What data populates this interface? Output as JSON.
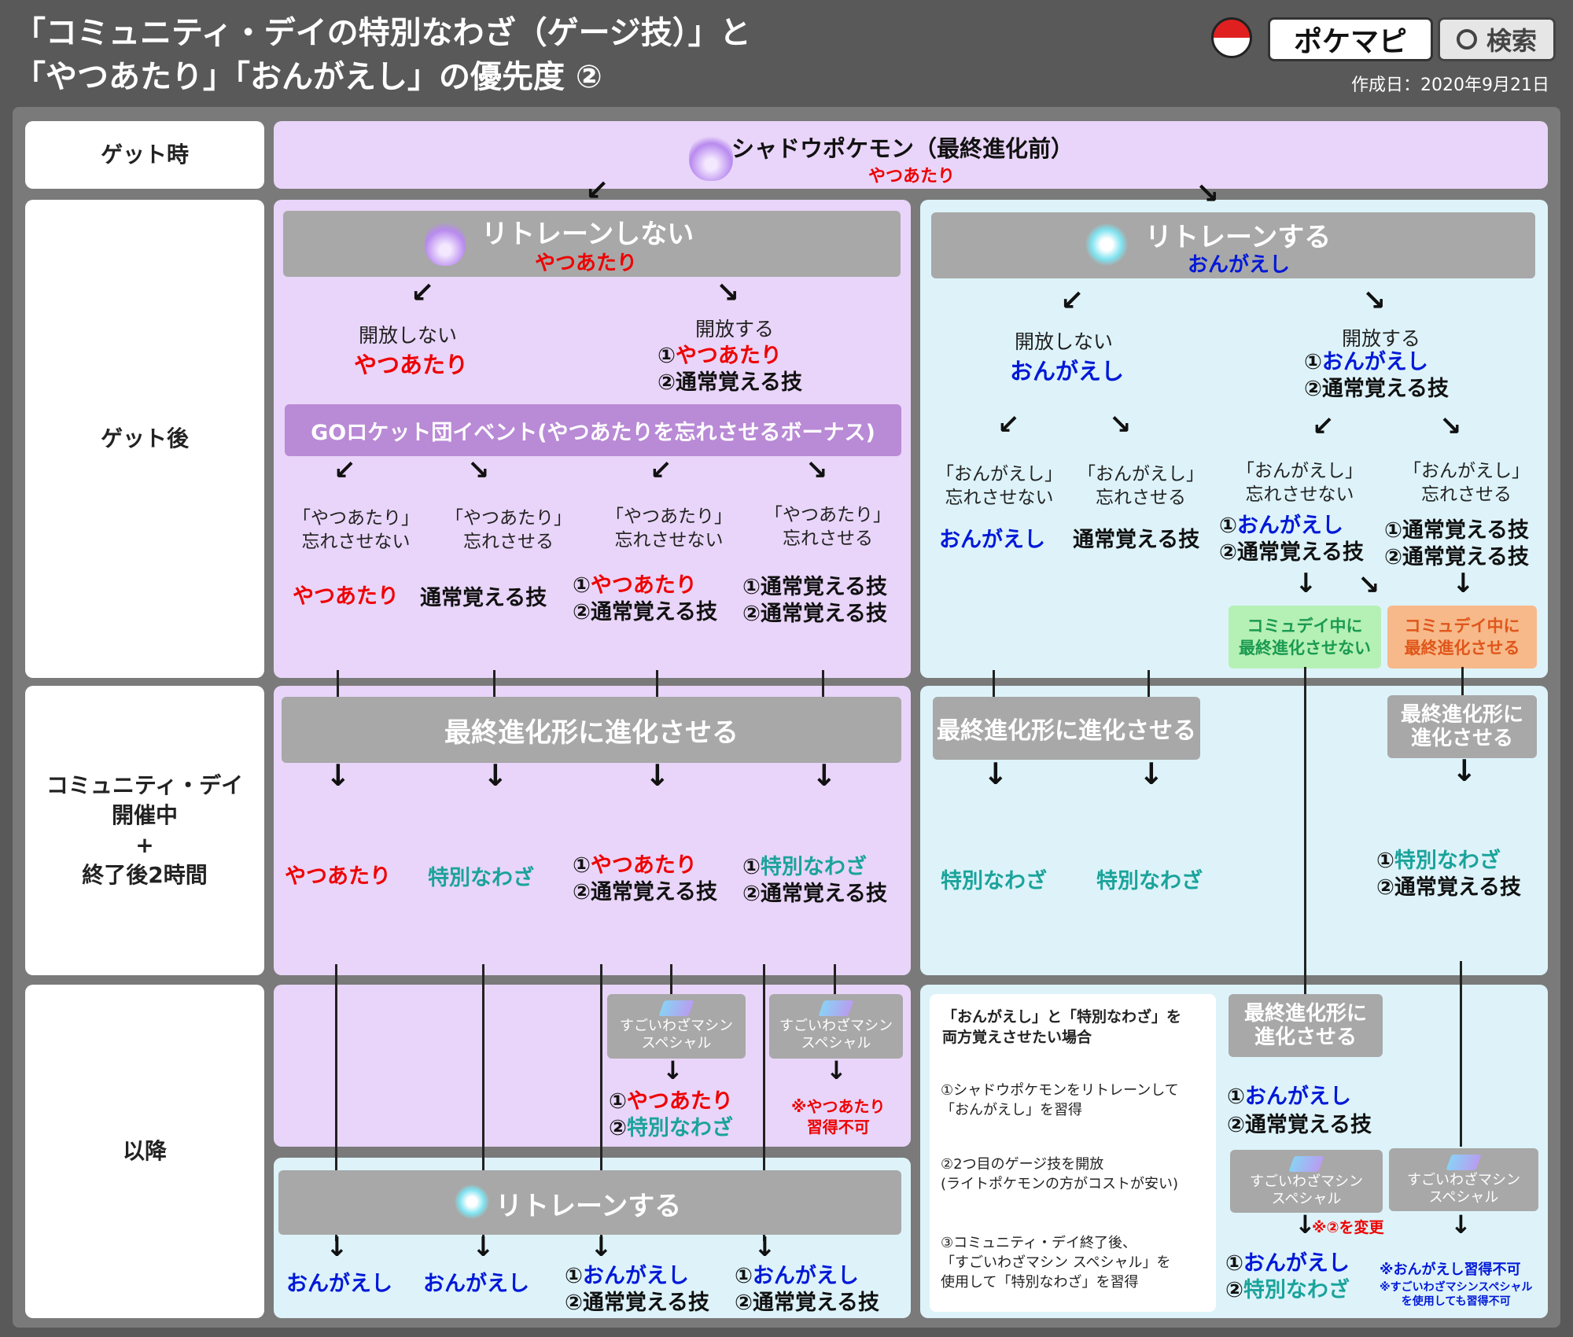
{
  "header": {
    "title_line1": "「コミュニティ・デイの特別なわざ（ゲージ技）」と",
    "title_line2": "「やつあたり」「おんがえし」の優先度 ②",
    "brand": "ポケマピ",
    "search_label": "検索",
    "date": "作成日：2020年9月21日"
  },
  "rows": {
    "get_time": "ゲット時",
    "after_get": "ゲット後",
    "community_day": "コミュニティ・デイ\n開催中\n+\n終了後2時間",
    "later": "以降"
  },
  "top": {
    "shadow_label": "シャドウポケモン（最終進化前）",
    "shadow_move": "やつあたり"
  },
  "left": {
    "no_retrain_title": "リトレーンしない",
    "no_retrain_move": "やつあたり",
    "unlock_no": "開放しない",
    "unlock_no_move": "やつあたり",
    "unlock_yes": "開放する",
    "unlock_yes_1": "やつあたり",
    "unlock_yes_2": "②通常覚える技",
    "rocket_event": "GOロケット団イベント(やつあたりを忘れさせるボーナス)",
    "opt1": "「やつあたり」\n忘れさせない",
    "opt2": "「やつあたり」\n忘れさせる",
    "opt3": "「やつあたり」\n忘れさせない",
    "opt4": "「やつあたり」\n忘れさせる",
    "res1": "やつあたり",
    "res2": "通常覚える技",
    "res3_1": "やつあたり",
    "res3_2": "②通常覚える技",
    "res4_1": "①通常覚える技",
    "res4_2": "②通常覚える技",
    "evolve": "最終進化形に進化させる",
    "cd1": "やつあたり",
    "cd2": "特別なわざ",
    "cd3_1": "やつあたり",
    "cd3_2": "②通常覚える技",
    "cd4_1": "特別なわざ",
    "cd4_2": "②通常覚える技",
    "tm1": "すごいわざマシン\nスペシャル",
    "tm2": "すごいわざマシン\nスペシャル",
    "later3_1": "やつあたり",
    "later3_2": "特別なわざ",
    "later4_note": "※やつあたり\n習得不可",
    "retrain_title": "リトレーンする",
    "final1": "おんがえし",
    "final2": "おんがえし",
    "final3_1": "おんがえし",
    "final3_2": "②通常覚える技",
    "final4_1": "おんがえし",
    "final4_2": "②通常覚える技"
  },
  "right": {
    "retrain_title": "リトレーンする",
    "retrain_move": "おんがえし",
    "unlock_no": "開放しない",
    "unlock_no_move": "おんがえし",
    "unlock_yes": "開放する",
    "unlock_yes_1": "おんがえし",
    "unlock_yes_2": "②通常覚える技",
    "opt1": "「おんがえし」\n忘れさせない",
    "opt2": "「おんがえし」\n忘れさせる",
    "opt3": "「おんがえし」\n忘れさせない",
    "opt4": "「おんがえし」\n忘れさせる",
    "res1": "おんがえし",
    "res2": "通常覚える技",
    "res3_1": "おんがえし",
    "res3_2": "②通常覚える技",
    "res4_1": "①通常覚える技",
    "res4_2": "②通常覚える技",
    "no_evolve_cd": "コミュデイ中に\n最終進化させない",
    "evolve_cd": "コミュデイ中に\n最終進化させる",
    "evolve": "最終進化形に進化させる",
    "evolve_small": "最終進化形に\n進化させる",
    "cd1": "特別なわざ",
    "cd2": "特別なわざ",
    "cd4_1": "特別なわざ",
    "cd4_2": "②通常覚える技",
    "note_title": "「おんがえし」と「特別なわざ」を\n両方覚えさせたい場合",
    "note_1": "①シャドウポケモンをリトレーンして\n「おんがえし」を習得",
    "note_2": "②2つ目のゲージ技を開放\n(ライトポケモンの方がコストが安い)",
    "note_3": "③コミュニティ・デイ終了後、\n「すごいわざマシン スペシャル」を\n使用して「特別なわざ」を習得",
    "later_evolve": "最終進化形に\n進化させる",
    "later3_1": "おんがえし",
    "later3_2": "②通常覚える技",
    "tm3": "すごいわざマシン\nスペシャル",
    "tm4": "すごいわざマシン\nスペシャル",
    "change_note": "※②を変更",
    "final3_1": "おんがえし",
    "final3_2": "特別なわざ",
    "final4_note1": "※おんがえし習得不可",
    "final4_note2": "※すごいわざマシンスペシャル\nを使用しても習得不可"
  },
  "colors": {
    "purple_bg": "#e9d5f9",
    "cyan_bg": "#ddf3f9",
    "red": "#ee0000",
    "blue": "#0018d8",
    "teal": "#1aa39b",
    "green_box": "#b5f0b5",
    "orange_box": "#f7b98a"
  },
  "icons": [
    "shadow-flame-icon",
    "purified-sparkle-icon",
    "tm-special-icon",
    "pokeball-logo-icon",
    "search-icon"
  ]
}
